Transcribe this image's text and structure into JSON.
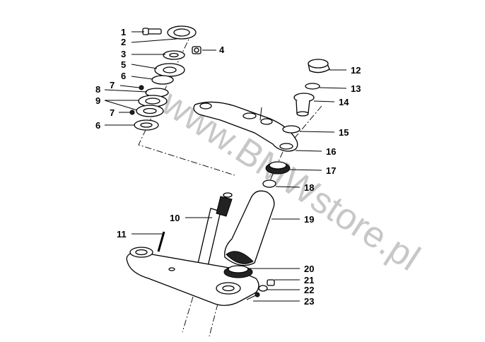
{
  "diagram": {
    "watermark": "www.BMWstore.pl",
    "callouts": [
      {
        "label": "1"
      },
      {
        "label": "2"
      },
      {
        "label": "3"
      },
      {
        "label": "4"
      },
      {
        "label": "5"
      },
      {
        "label": "6"
      },
      {
        "label": "7"
      },
      {
        "label": "8"
      },
      {
        "label": "9"
      },
      {
        "label": "7"
      },
      {
        "label": "6"
      },
      {
        "label": "12"
      },
      {
        "label": "13"
      },
      {
        "label": "14"
      },
      {
        "label": "15"
      },
      {
        "label": "16"
      },
      {
        "label": "17"
      },
      {
        "label": "18"
      },
      {
        "label": "10"
      },
      {
        "label": "19"
      },
      {
        "label": "11"
      },
      {
        "label": "20"
      },
      {
        "label": "21"
      },
      {
        "label": "22"
      },
      {
        "label": "23"
      }
    ]
  }
}
